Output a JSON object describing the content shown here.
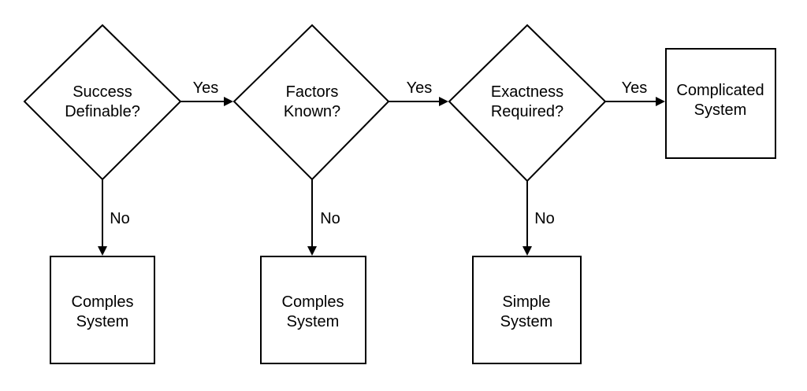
{
  "decisions": [
    {
      "lines": [
        "Success",
        "Definable?"
      ]
    },
    {
      "lines": [
        "Factors",
        "Known?"
      ]
    },
    {
      "lines": [
        "Exactness",
        "Required?"
      ]
    }
  ],
  "outcomes": [
    {
      "lines": [
        "Comples",
        "System"
      ]
    },
    {
      "lines": [
        "Comples",
        "System"
      ]
    },
    {
      "lines": [
        "Simple",
        "System"
      ]
    },
    {
      "lines": [
        "Complicated",
        "System"
      ]
    }
  ],
  "edges": {
    "yes_label": "Yes",
    "no_label": "No"
  }
}
